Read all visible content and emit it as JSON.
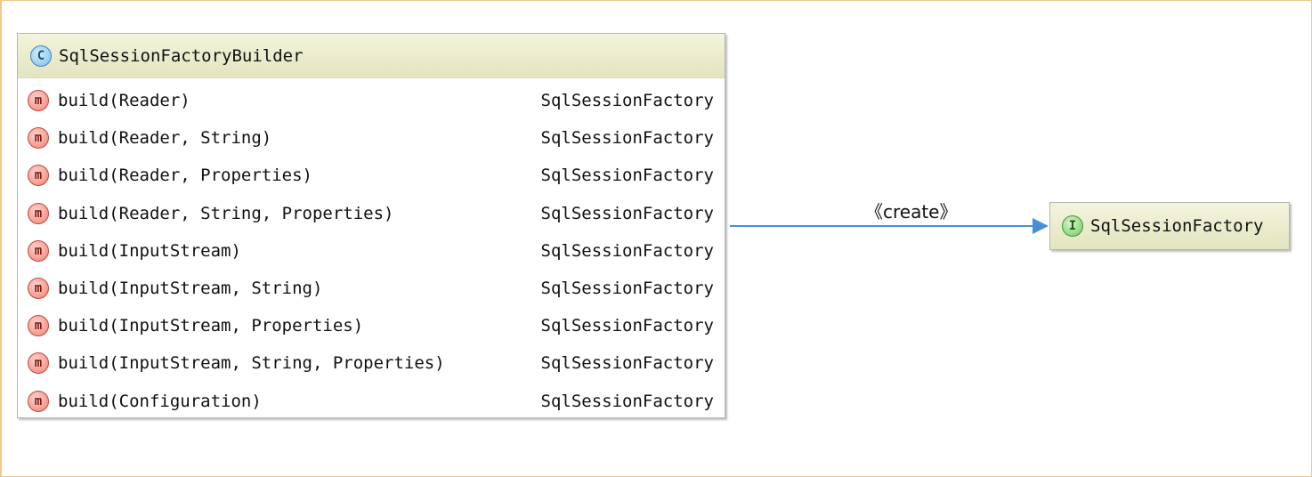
{
  "class_node": {
    "badge": "C",
    "name": "SqlSessionFactoryBuilder",
    "methods": [
      {
        "badge": "m",
        "signature": "build(Reader)",
        "return_type": "SqlSessionFactory"
      },
      {
        "badge": "m",
        "signature": "build(Reader, String)",
        "return_type": "SqlSessionFactory"
      },
      {
        "badge": "m",
        "signature": "build(Reader, Properties)",
        "return_type": "SqlSessionFactory"
      },
      {
        "badge": "m",
        "signature": "build(Reader, String, Properties)",
        "return_type": "SqlSessionFactory"
      },
      {
        "badge": "m",
        "signature": "build(InputStream)",
        "return_type": "SqlSessionFactory"
      },
      {
        "badge": "m",
        "signature": "build(InputStream, String)",
        "return_type": "SqlSessionFactory"
      },
      {
        "badge": "m",
        "signature": "build(InputStream, Properties)",
        "return_type": "SqlSessionFactory"
      },
      {
        "badge": "m",
        "signature": "build(InputStream, String, Properties)",
        "return_type": "SqlSessionFactory"
      },
      {
        "badge": "m",
        "signature": "build(Configuration)",
        "return_type": "SqlSessionFactory"
      }
    ]
  },
  "relation": {
    "label": "《create》",
    "color": "#4a8fd0"
  },
  "interface_node": {
    "badge": "I",
    "name": "SqlSessionFactory"
  }
}
